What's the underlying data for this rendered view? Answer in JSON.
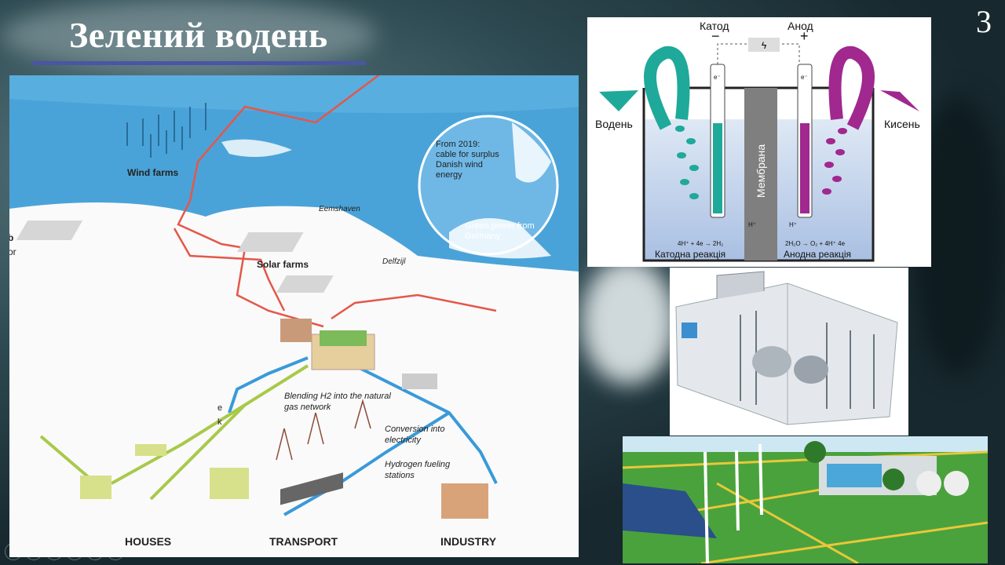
{
  "slide": {
    "title": "Зелений водень",
    "number": "3"
  },
  "infographic": {
    "labels": {
      "wind_farms": "Wind farms",
      "solar_farms": "Solar farms",
      "eemshaven": "Eemshaven",
      "delfzijl": "Delfzijl",
      "cable_note": "From 2019: cable for surplus Danish wind energy",
      "green_power": "Green power from Germany",
      "blending": "Blending H2 into the natural gas network",
      "conversion": "Conversion into electricity",
      "fueling": "Hydrogen fueling stations",
      "cut_left_1": "b",
      "cut_left_2": "or",
      "cut_left_3": "e",
      "cut_left_4": "k"
    },
    "categories": [
      "HOUSES",
      "TRANSPORT",
      "INDUSTRY"
    ],
    "colors": {
      "sea": "#4aa3d8",
      "power_line": "#e4574a",
      "gas_line": "#3a9ad9",
      "hydrogen_line": "#a9c94a"
    }
  },
  "electrolysis": {
    "cathode": "Катод",
    "anode": "Анод",
    "minus": "−",
    "plus": "+",
    "hydrogen": "Водень",
    "oxygen": "Кисень",
    "membrane": "Мембрана",
    "electron": "e⁻",
    "proton": "H⁺",
    "cathode_eq": "4H⁺ + 4e → 2H₂",
    "anode_eq": "2H₂O → O₂ + 4H⁺ 4e",
    "cathode_reaction": "Катодна реакція",
    "anode_reaction": "Анодна реакція",
    "colors": {
      "cathode": "#1fa99a",
      "anode": "#a0288f",
      "membrane": "#7f7f7f"
    }
  },
  "toolbar": {
    "icons": [
      "prev-icon",
      "next-icon",
      "pen-icon",
      "slides-icon",
      "zoom-icon",
      "more-icon"
    ],
    "glyphs": [
      "◁",
      "▷",
      "✎",
      "▢",
      "⌕",
      "⋯"
    ]
  }
}
